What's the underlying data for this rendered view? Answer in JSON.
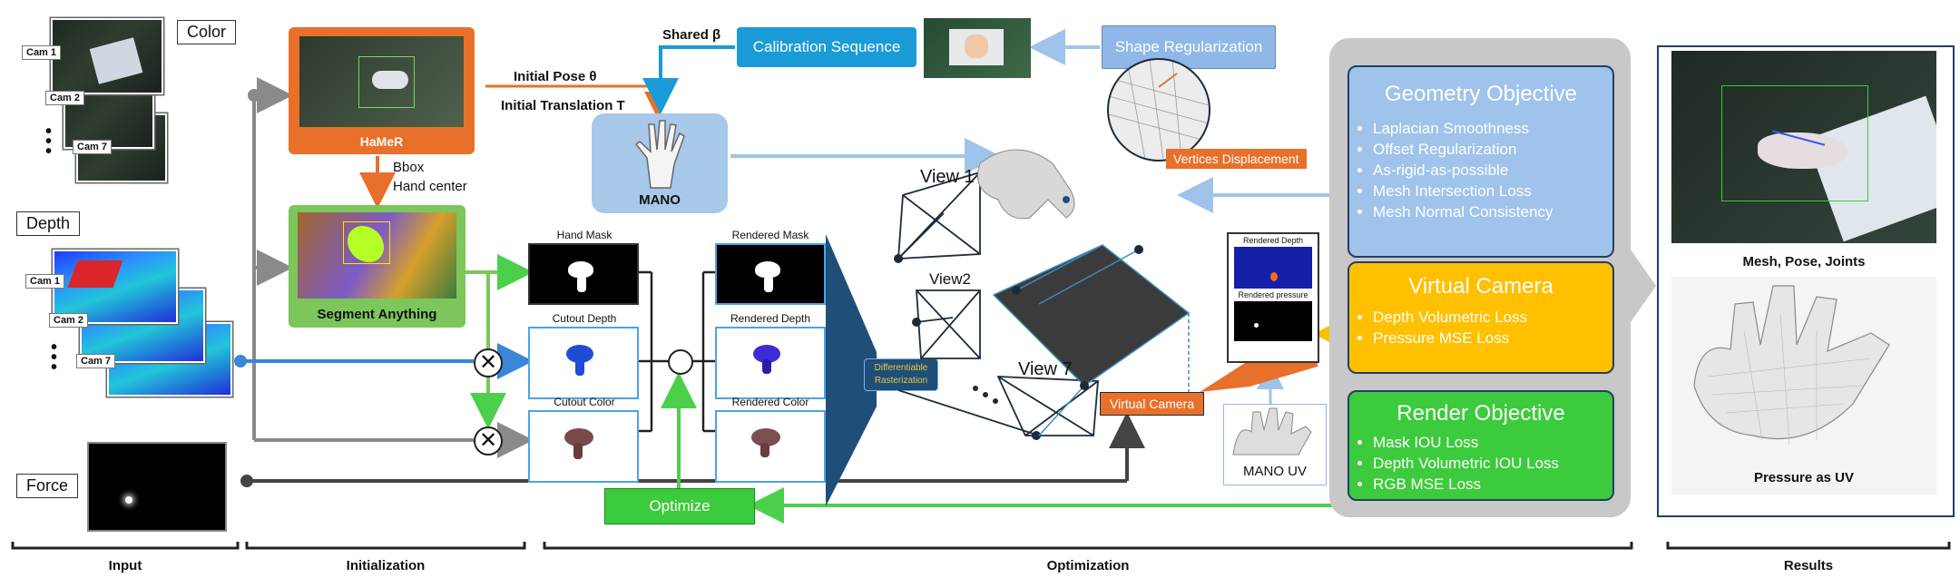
{
  "input": {
    "color_label": "Color",
    "depth_label": "Depth",
    "force_label": "Force",
    "cams_color": [
      "Cam 1",
      "Cam 2",
      "Cam 7"
    ],
    "cams_depth": [
      "Cam 1",
      "Cam 2",
      "Cam 7"
    ]
  },
  "init": {
    "hamer_label": "HaMeR",
    "sam_label": "Segment Anything",
    "bbox_label": "Bbox",
    "hand_center_label": "Hand center",
    "initial_pose": "Initial Pose θ",
    "initial_translation": "Initial Translation T"
  },
  "mano": {
    "label": "MANO",
    "shared_beta": "Shared β",
    "calibration": "Calibration Sequence",
    "shape_reg": "Shape Regularization"
  },
  "masks": {
    "hand_mask": "Hand Mask",
    "cutout_depth": "Cutout Depth",
    "cutout_color": "Cutout Color",
    "rendered_mask": "Rendered Mask",
    "rendered_depth": "Rendered Depth",
    "rendered_color": "Rendered Color"
  },
  "render": {
    "diff_raster_line1": "Differentiable",
    "diff_raster_line2": "Rasterization",
    "view1": "View 1",
    "view2": "View2",
    "view7": "View 7",
    "vertices_disp": "Vertices Displacement",
    "virtual_camera": "Virtual Camera",
    "rendered_depth": "Rendered Depth",
    "rendered_pressure": "Rendered pressure",
    "mano_uv": "MANO UV",
    "optimize": "Optimize"
  },
  "objectives": {
    "geometry": {
      "title": "Geometry Objective",
      "items": [
        "Laplacian Smoothness",
        "Offset Regularization",
        "As-rigid-as-possible",
        "Mesh Intersection Loss",
        "Mesh Normal Consistency"
      ]
    },
    "virtual_camera": {
      "title": "Virtual Camera",
      "items": [
        "Depth Volumetric Loss",
        "Pressure MSE Loss"
      ]
    },
    "render": {
      "title": "Render Objective",
      "items": [
        "Mask IOU Loss",
        "Depth Volumetric IOU Loss",
        "RGB MSE Loss"
      ]
    }
  },
  "results": {
    "mesh_pose_joints": "Mesh, Pose, Joints",
    "pressure_uv": "Pressure as UV"
  },
  "phases": [
    "Input",
    "Initialization",
    "Optimization",
    "Results"
  ],
  "colors": {
    "hamer": "#e8702a",
    "sam": "#7cc65c",
    "mano": "#a8c8ea",
    "calibration": "#1a9bd7",
    "shape_reg": "#8fb8e8",
    "geometry": "#9fc3ea",
    "virtual_camera": "#ffc000",
    "render": "#3ccb3c",
    "gray_panel": "#c8c8c8",
    "diff_raster": "#1f4e79"
  }
}
